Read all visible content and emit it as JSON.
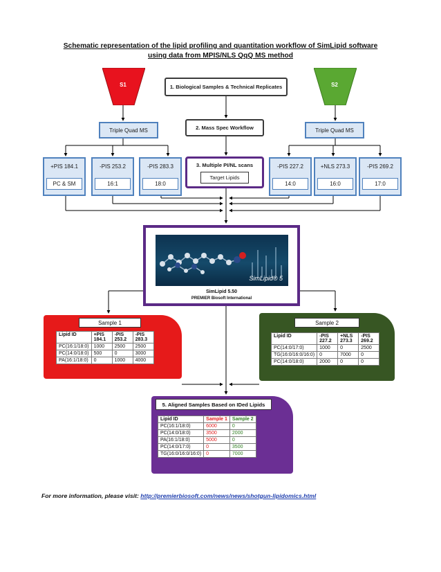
{
  "title_line1": "Schematic representation of the lipid profiling and quantitation workflow of SimLipid software",
  "title_line2": "using data from MPIS/NLS QqQ MS method",
  "s1": "S1",
  "s2": "S2",
  "step1": "1. Biological Samples & Technical Replicates",
  "step2": "2. Mass Spec Workflow",
  "step3": "3. Multiple PI/NL scans",
  "target_lipids": "Target Lipids",
  "triple_quad": "Triple Quad MS",
  "left_scans": [
    {
      "scan": "+PIS 184.1",
      "lipid": "PC & SM"
    },
    {
      "scan": "-PIS 253.2",
      "lipid": "16:1"
    },
    {
      "scan": "-PIS 283.3",
      "lipid": "18:0"
    }
  ],
  "right_scans": [
    {
      "scan": "-PIS 227.2",
      "lipid": "14:0"
    },
    {
      "scan": "+NLS 273.3",
      "lipid": "16:0"
    },
    {
      "scan": "-PIS 269.2",
      "lipid": "17:0"
    }
  ],
  "simlipid": {
    "logo": "SimLipid® 5",
    "version": "SimLipid 5.50",
    "company": "PREMIER Biosoft International"
  },
  "sample1": {
    "title": "Sample 1",
    "headers": [
      "Lipid ID",
      "+PIS 184.1",
      "-PIS 253.2",
      "-PIS 283.3"
    ],
    "rows": [
      [
        "PC(16:1/18:0)",
        "1000",
        "2500",
        "2500"
      ],
      [
        "PC(14:0/18:0)",
        "500",
        "0",
        "3000"
      ],
      [
        "PA(16:1/18:0)",
        "0",
        "1000",
        "4000"
      ]
    ]
  },
  "sample2": {
    "title": "Sample 2",
    "headers": [
      "Lipid ID",
      "-PIS 227.2",
      "+NLS 273.3",
      "-PIS 269.2"
    ],
    "rows": [
      [
        "PC(14:0/17:0)",
        "1000",
        "0",
        "2500"
      ],
      [
        "TG(16:0/16:0/16:0)",
        "0",
        "7000",
        "0"
      ],
      [
        "PC(14:0/18:0)",
        "2000",
        "0",
        "0"
      ]
    ]
  },
  "aligned": {
    "title": "5. Aligned Samples Based on IDed Lipids",
    "headers": [
      "Lipid ID",
      "Sample 1",
      "Sample 2"
    ],
    "rows": [
      [
        "PC(16:1/18:0)",
        "6000",
        "0"
      ],
      [
        "PC(14:0/18:0)",
        "3500",
        "2000"
      ],
      [
        "PA(16:1/18:0)",
        "5000",
        "0"
      ],
      [
        "PC(14:0/17:0)",
        "0",
        "3500"
      ],
      [
        "TG(16:0/16:0/16:0)",
        "0",
        "7000"
      ]
    ]
  },
  "footer": {
    "prefix": "For more information, please visit: ",
    "link": "http://premierbiosoft.com/news/news/shotgun-lipidomics.html"
  },
  "colors": {
    "s1": "#e8121e",
    "s2": "#5aa832",
    "blue_border": "#4f81bd",
    "purple": "#5b2a86"
  }
}
